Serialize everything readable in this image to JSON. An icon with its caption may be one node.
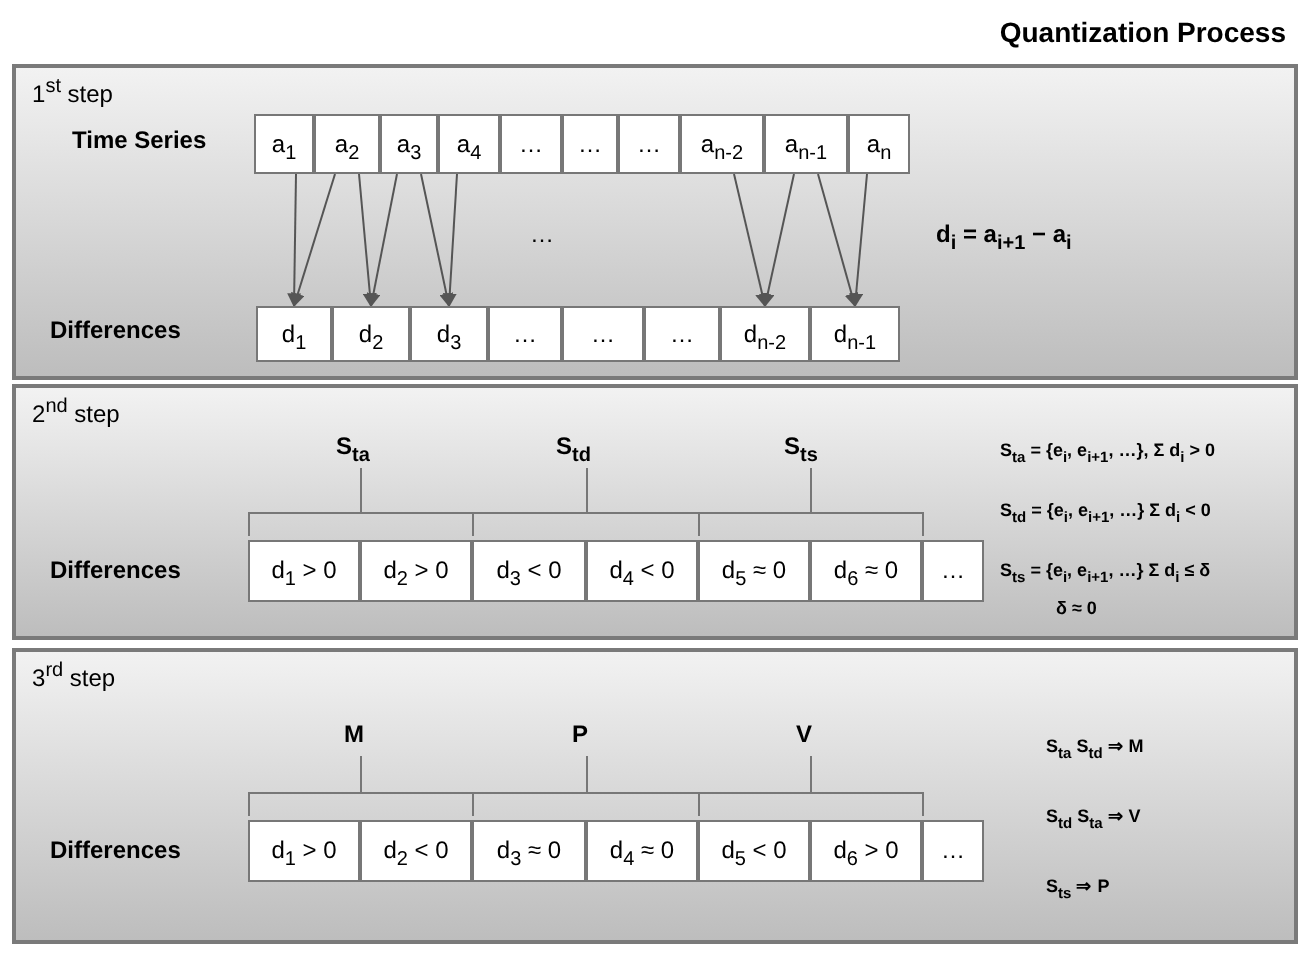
{
  "diagram": {
    "title": "Quantization Process",
    "nodes": [
      {
        "text": [
          "1$^{st}$ step"
        ]
      },
      {
        "text": [
          "a$_{1}$"
        ],
        "in": 0
      },
      {
        "text": [
          "a$_{2}$"
        ],
        "in": 0
      },
      {
        "text": [
          "a$_{3}$"
        ],
        "in": 0
      },
      {
        "text": [
          "a$_{4}$"
        ],
        "in": 0
      },
      {
        "text": [
          "…"
        ],
        "in": 0
      },
      {
        "text": [
          "…"
        ],
        "in": 0
      },
      {
        "text": [
          "…"
        ],
        "in": 0
      },
      {
        "text": [
          "a$_{n-2}$"
        ],
        "in": 0
      },
      {
        "text": [
          "a$_{n-1}$"
        ],
        "in": 0
      },
      {
        "text": [
          "a$_{n}$"
        ],
        "in": 0
      },
      {
        "text": [
          "d$_{1}$"
        ],
        "in": 0
      },
      {
        "text": [
          "d$_{2}$"
        ],
        "in": 0
      },
      {
        "text": [
          "d$_{3}$"
        ],
        "in": 0
      },
      {
        "text": [
          "…"
        ],
        "in": 0
      },
      {
        "text": [
          "…"
        ],
        "in": 0
      },
      {
        "text": [
          "…"
        ],
        "in": 0
      },
      {
        "text": [
          "d$_{n-2}$"
        ],
        "in": 0
      },
      {
        "text": [
          "d$_{n-1}$"
        ],
        "in": 0
      },
      {
        "text": [
          "2$^{nd}$ step"
        ]
      },
      {
        "text": [
          "d$_{1}$ > 0"
        ],
        "in": 19
      },
      {
        "text": [
          "d$_{2}$ > 0"
        ],
        "in": 19
      },
      {
        "text": [
          "d$_{3}$ < 0"
        ],
        "in": 19
      },
      {
        "text": [
          "d$_{4}$ < 0"
        ],
        "in": 19
      },
      {
        "text": [
          "d$_{5}$ ≈ 0"
        ],
        "in": 19
      },
      {
        "text": [
          "d$_{6}$ ≈ 0"
        ],
        "in": 19
      },
      {
        "text": [
          "…"
        ],
        "in": 19
      },
      {
        "text": [
          "3$^{rd}$ step"
        ]
      },
      {
        "text": [
          "d$_{1}$ > 0"
        ],
        "in": 27
      },
      {
        "text": [
          "d$_{2}$ < 0"
        ],
        "in": 27
      },
      {
        "text": [
          "d$_{3}$ ≈ 0"
        ],
        "in": 27
      },
      {
        "text": [
          "d$_{4}$ ≈ 0"
        ],
        "in": 27
      },
      {
        "text": [
          "d$_{5}$ < 0"
        ],
        "in": 27
      },
      {
        "text": [
          "d$_{6}$ > 0"
        ],
        "in": 27
      },
      {
        "text": [
          "…"
        ],
        "in": 27
      }
    ],
    "edges": [
      {
        "from": 1,
        "to": 11,
        "arrow": "to"
      },
      {
        "from": 2,
        "to": 11,
        "arrow": "to"
      },
      {
        "from": 2,
        "to": 12,
        "arrow": "to"
      },
      {
        "from": 3,
        "to": 12,
        "arrow": "to"
      },
      {
        "from": 3,
        "to": 13,
        "arrow": "to"
      },
      {
        "from": 4,
        "to": 13,
        "arrow": "to"
      },
      {
        "from": 8,
        "to": 17,
        "arrow": "to"
      },
      {
        "from": 9,
        "to": 17,
        "arrow": "to"
      },
      {
        "from": 9,
        "to": 18,
        "arrow": "to"
      },
      {
        "from": 10,
        "to": 18,
        "arrow": "to"
      }
    ],
    "labels": [
      "Time Series",
      "…",
      "d$_{i}$ = a$_{i+1}$ − a$_{i}$",
      "Differences",
      "S$_{ta}$",
      "S$_{td}$",
      "S$_{ts}$",
      "S$_{ta}$ = {e$_{i}$, e$_{i+1}$, …}, Σ d$_{i}$ > 0",
      "S$_{td}$ = {e$_{i}$, e$_{i+1}$, …} Σ d$_{i}$ < 0",
      "Differences",
      "S$_{ts}$ = {e$_{i}$, e$_{i+1}$, …} Σ d$_{i}$ ≤ δ",
      "δ ≈ 0",
      "M",
      "P",
      "V",
      "S$_{ta}$ S$_{td}$ ⇒ M",
      "Differences",
      "S$_{td}$ S$_{ta}$ ⇒ V",
      "S$_{ts}$ ⇒ P"
    ]
  }
}
